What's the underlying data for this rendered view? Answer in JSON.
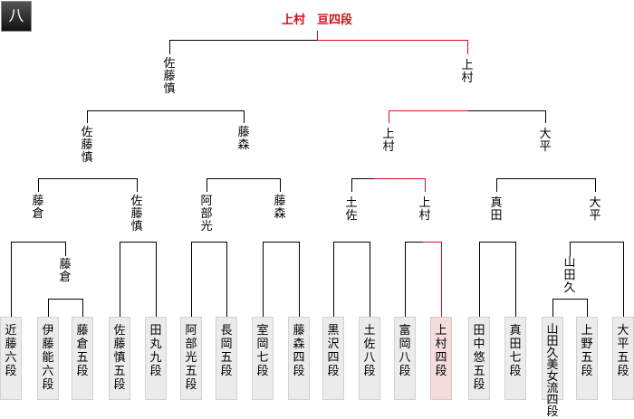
{
  "badge": {
    "icon": "八"
  },
  "champion": "上村　亘四段",
  "colors": {
    "winner_path": "#d0101a",
    "line": "#000000"
  },
  "final": [
    "佐藤慎",
    "上村"
  ],
  "semifinal": [
    "佐藤慎",
    "藤森",
    "上村",
    "大平"
  ],
  "quarterfinal": [
    "藤倉",
    "佐藤慎",
    "阿部光",
    "藤森",
    "土佐",
    "上村",
    "真田",
    "大平"
  ],
  "round_extra": [
    "藤倉",
    "山田久"
  ],
  "players": [
    {
      "name": "近藤六段"
    },
    {
      "name": "伊藤能六段"
    },
    {
      "name": "藤倉五段"
    },
    {
      "name": "佐藤慎五段"
    },
    {
      "name": "田丸九段"
    },
    {
      "name": "阿部光五段"
    },
    {
      "name": "長岡五段"
    },
    {
      "name": "室岡七段"
    },
    {
      "name": "藤森四段"
    },
    {
      "name": "黒沢四段"
    },
    {
      "name": "土佐八段"
    },
    {
      "name": "富岡八段"
    },
    {
      "name": "上村四段",
      "winner": true
    },
    {
      "name": "田中悠五段"
    },
    {
      "name": "真田七段"
    },
    {
      "name": "山田久美女流四段"
    },
    {
      "name": "上野五段"
    },
    {
      "name": "大平五段"
    }
  ]
}
